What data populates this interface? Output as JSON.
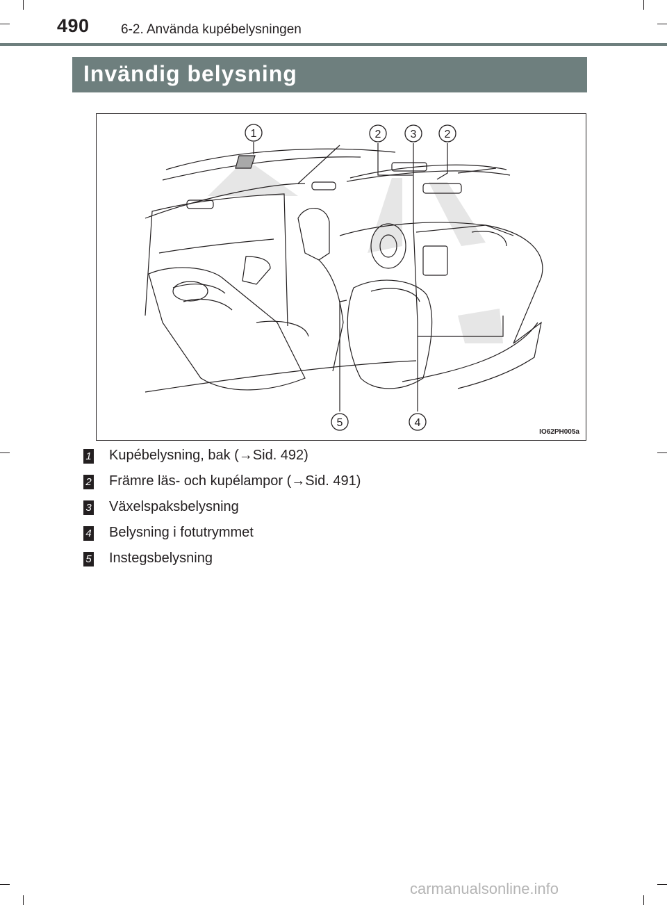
{
  "header": {
    "page_number": "490",
    "section": "6-2. Använda kupébelysningen"
  },
  "banner": {
    "title": "Invändig belysning"
  },
  "figure": {
    "code": "IO62PH005a",
    "callouts": [
      "1",
      "2",
      "3",
      "2",
      "5",
      "4"
    ]
  },
  "legend": [
    {
      "num": "1",
      "label": "Kupébelysning, bak (→Sid. 492)"
    },
    {
      "num": "2",
      "label": "Främre läs- och kupélampor (→Sid. 491)"
    },
    {
      "num": "3",
      "label": "Växelspaksbelysning"
    },
    {
      "num": "4",
      "label": "Belysning i fotutrymmet"
    },
    {
      "num": "5",
      "label": "Instegsbelysning"
    }
  ],
  "watermark": "carmanualsonline.info"
}
